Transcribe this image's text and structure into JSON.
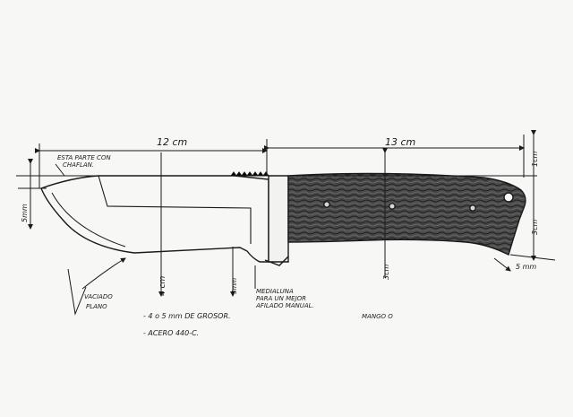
{
  "dimensions": {
    "blade_length": "12 cm",
    "handle_length": "13 cm",
    "tip_height": "5mm",
    "blade_height": "4 cm",
    "choil_height": "5mm",
    "handle_height_mid": "3cm",
    "handle_end_height": "3cm",
    "pommel_top": "1cm",
    "pommel_offset": "5 mm"
  },
  "labels": {
    "chaflan_line1": "ESTA PARTE CON",
    "chaflan_line2": "CHAFLAN.",
    "vaciado_line1": "VACIADO",
    "vaciado_line2": "PLANO",
    "medialuna_line1": "MEDIALUNA",
    "medialuna_line2": "PARA UN MEJOR",
    "medialuna_line3": "AFILADO MANUAL.",
    "mango": "MANGO O"
  },
  "notes": {
    "grosor": "- 4 o 5 mm DE GROSOR.",
    "acero": "- ACERO 440-C."
  },
  "colors": {
    "ink": "#1a1a1a",
    "paper": "#f7f7f5",
    "wood": "#3b3b3b"
  }
}
